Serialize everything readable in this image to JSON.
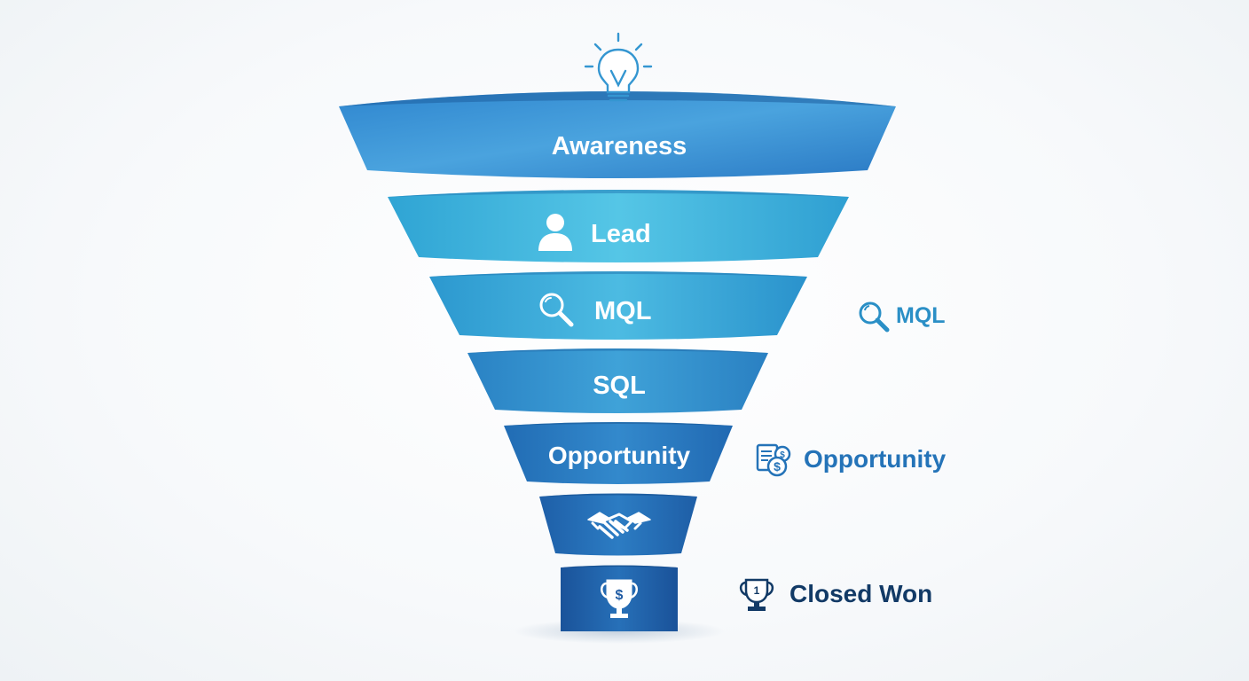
{
  "colors": {
    "awareness": "#3d8fd2",
    "lead": "#3fb4dc",
    "mql": "#3aa8d8",
    "sql": "#3592cf",
    "opportunity": "#2a79bf",
    "deal": "#2468b0",
    "closed": "#1f5ba3",
    "side_mql": "#2a8fc6",
    "side_opportunity": "#2473b8",
    "side_closed_won": "#123a66"
  },
  "funnel": {
    "stages": [
      {
        "label": "Awareness",
        "icon": "lightbulb-icon"
      },
      {
        "label": "Lead",
        "icon": "user-icon"
      },
      {
        "label": "MQL",
        "icon": "magnifier-icon"
      },
      {
        "label": "SQL",
        "icon": ""
      },
      {
        "label": "Opportunity",
        "icon": ""
      },
      {
        "label": "",
        "icon": "handshake-icon"
      },
      {
        "label": "",
        "icon": "trophy-dollar-icon"
      }
    ]
  },
  "side_labels": {
    "mql": {
      "label": "MQL",
      "icon": "magnifier-icon"
    },
    "opportunity": {
      "label": "Opportunity",
      "icon": "documents-dollar-icon"
    },
    "closed_won": {
      "label": "Closed Won",
      "icon": "trophy-icon"
    }
  }
}
